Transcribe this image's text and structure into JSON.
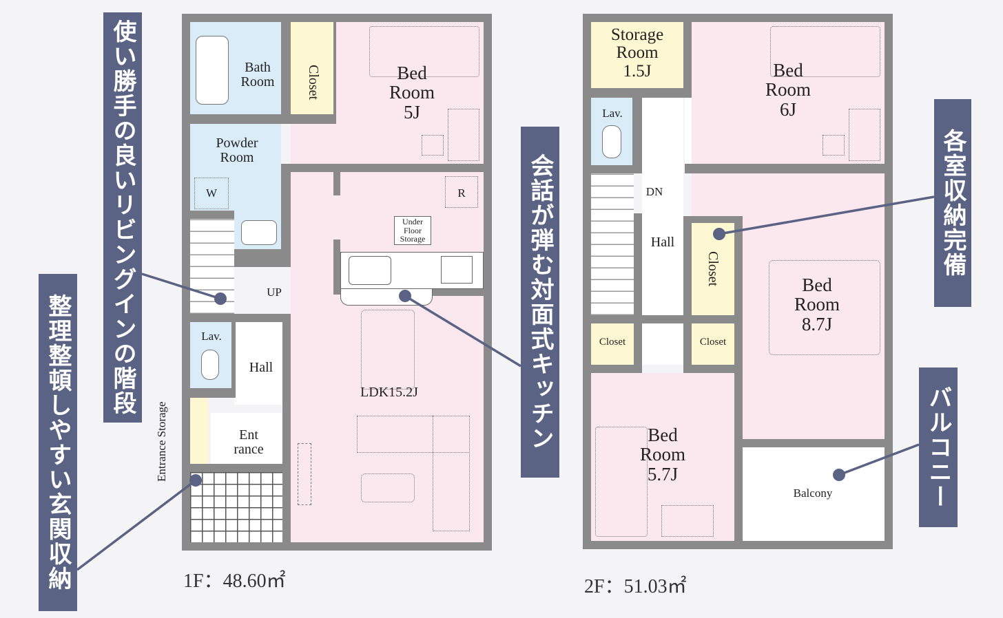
{
  "floor1": {
    "area_label": "1F：48.60㎡",
    "rooms": {
      "bath": "Bath\nRoom",
      "closet": "Closet",
      "bedroom": "Bed\nRoom\n5J",
      "powder": "Powder\nRoom",
      "washer": "W",
      "fridge": "R",
      "underfloor": "Under\nFloor\nStorage",
      "up": "UP",
      "lav": "Lav.",
      "hall": "Hall",
      "ldk": "LDK15.2J",
      "entrance": "Ent\nrance",
      "entrance_storage": "Entrance Storage"
    }
  },
  "floor2": {
    "area_label": "2F：51.03㎡",
    "rooms": {
      "storage": "Storage\nRoom\n1.5J",
      "bedroom6": "Bed\nRoom\n6J",
      "lav": "Lav.",
      "dn": "DN",
      "hall": "Hall",
      "closet_v": "Closet",
      "bedroom87": "Bed\nRoom\n8.7J",
      "closet_a": "Closet",
      "closet_b": "Closet",
      "bedroom57": "Bed\nRoom\n5.7J",
      "balcony": "Balcony"
    }
  },
  "callouts": {
    "living_stairs": "使い勝手の良いリビングインの階段",
    "entrance_storage": "整理整頓しやすい玄関収納",
    "kitchen": "会話が弾む対面式キッチン",
    "storage_all": "各室収納完備",
    "balcony": "バルコニー"
  },
  "colors": {
    "callout_bg": "#5b6384",
    "pink_room": "#fbe8ef",
    "blue_room": "#d9ecf8",
    "yellow_room": "#fdf7d2",
    "wall": "#8a8a8a"
  }
}
